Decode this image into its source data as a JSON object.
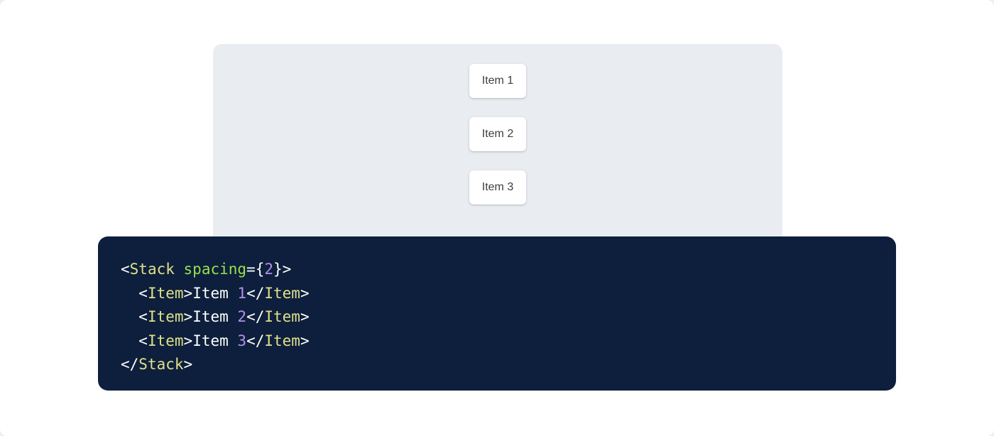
{
  "preview": {
    "panel_background": "#e9ecf1",
    "stack": {
      "component": "Stack",
      "spacing": "2",
      "items": [
        {
          "label": "Item 1"
        },
        {
          "label": "Item 2"
        },
        {
          "label": "Item 3"
        }
      ]
    }
  },
  "code": {
    "background": "#0d1f3c",
    "language": "jsx",
    "colors": {
      "punctuation": "#ffffff",
      "tag": "#e0e08a",
      "attribute": "#97e04f",
      "number": "#b48ef0",
      "text": "#ffffff"
    },
    "lines": [
      {
        "indent": "",
        "tokens": [
          {
            "t": "punct",
            "v": "<"
          },
          {
            "t": "tag",
            "v": "Stack"
          },
          {
            "t": "text",
            "v": " "
          },
          {
            "t": "attr",
            "v": "spacing"
          },
          {
            "t": "punct",
            "v": "={"
          },
          {
            "t": "num",
            "v": "2"
          },
          {
            "t": "punct",
            "v": "}>"
          }
        ]
      },
      {
        "indent": "  ",
        "tokens": [
          {
            "t": "punct",
            "v": "<"
          },
          {
            "t": "tag",
            "v": "Item"
          },
          {
            "t": "punct",
            "v": ">"
          },
          {
            "t": "text",
            "v": "Item "
          },
          {
            "t": "num",
            "v": "1"
          },
          {
            "t": "punct",
            "v": "</"
          },
          {
            "t": "tag",
            "v": "Item"
          },
          {
            "t": "punct",
            "v": ">"
          }
        ]
      },
      {
        "indent": "  ",
        "tokens": [
          {
            "t": "punct",
            "v": "<"
          },
          {
            "t": "tag",
            "v": "Item"
          },
          {
            "t": "punct",
            "v": ">"
          },
          {
            "t": "text",
            "v": "Item "
          },
          {
            "t": "num",
            "v": "2"
          },
          {
            "t": "punct",
            "v": "</"
          },
          {
            "t": "tag",
            "v": "Item"
          },
          {
            "t": "punct",
            "v": ">"
          }
        ]
      },
      {
        "indent": "  ",
        "tokens": [
          {
            "t": "punct",
            "v": "<"
          },
          {
            "t": "tag",
            "v": "Item"
          },
          {
            "t": "punct",
            "v": ">"
          },
          {
            "t": "text",
            "v": "Item "
          },
          {
            "t": "num",
            "v": "3"
          },
          {
            "t": "punct",
            "v": "</"
          },
          {
            "t": "tag",
            "v": "Item"
          },
          {
            "t": "punct",
            "v": ">"
          }
        ]
      },
      {
        "indent": "",
        "tokens": [
          {
            "t": "punct",
            "v": "</"
          },
          {
            "t": "tag",
            "v": "Stack"
          },
          {
            "t": "punct",
            "v": ">"
          }
        ]
      }
    ]
  }
}
